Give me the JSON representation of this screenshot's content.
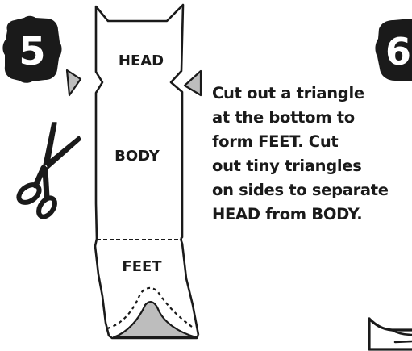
{
  "steps": {
    "current": "5",
    "next": "6"
  },
  "cutout": {
    "head_label": "HEAD",
    "body_label": "BODY",
    "feet_label": "FEET"
  },
  "instruction": {
    "lines": [
      "Cut out a triangle",
      "at the bottom to",
      "form FEET. Cut",
      "out tiny triangles",
      "on sides to separate",
      "HEAD from BODY."
    ]
  },
  "icons": {
    "tool": "scissors-icon",
    "piece_shape": "triangle-icon"
  },
  "colors": {
    "ink": "#1a1a1a",
    "paper": "#ffffff",
    "cut_piece": "#bdbdbd"
  }
}
